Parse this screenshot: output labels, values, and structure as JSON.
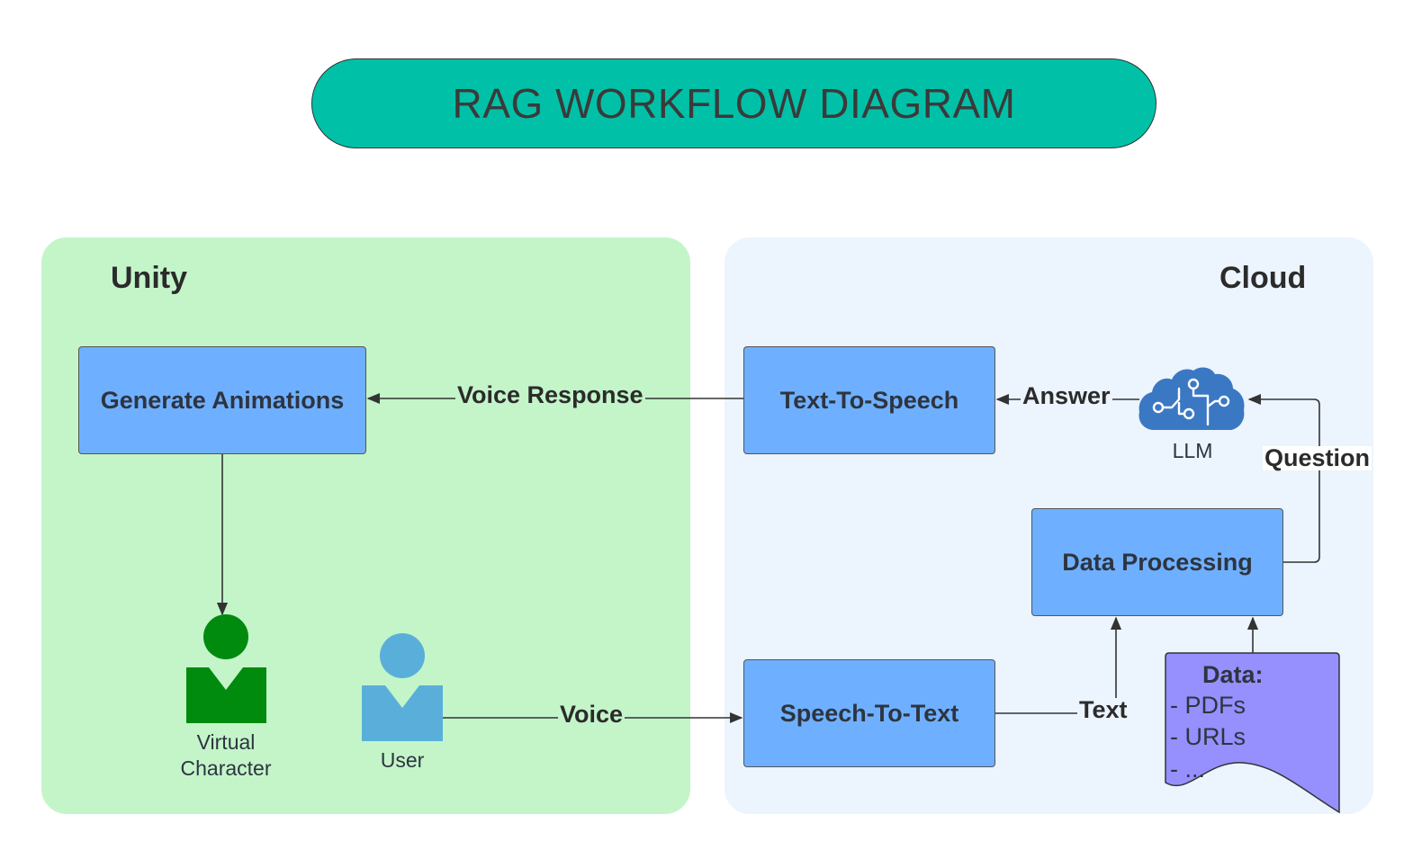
{
  "title": "RAG WORKFLOW DIAGRAM",
  "containers": {
    "unity": {
      "label": "Unity"
    },
    "cloud": {
      "label": "Cloud"
    }
  },
  "nodes": {
    "generate_animations": "Generate Animations",
    "text_to_speech": "Text-To-Speech",
    "speech_to_text": "Speech-To-Text",
    "data_processing": "Data Processing",
    "llm": "LLM",
    "virtual_character": "Virtual\nCharacter",
    "user": "User",
    "data_doc": {
      "heading": "Data:",
      "items": [
        "- PDFs",
        "- URLs",
        "- ..."
      ]
    }
  },
  "edges": {
    "voice_response": "Voice Response",
    "answer": "Answer",
    "question": "Question",
    "text": "Text",
    "voice": "Voice"
  },
  "colors": {
    "title_fill": "#00c1a8",
    "unity_fill": "#c3f5c9",
    "cloud_fill": "#ecf4fe",
    "process_fill": "#6eb0ff",
    "document_fill": "#9590fd",
    "virtual_character": "#008a0e",
    "user": "#5aafda",
    "llm_icon": "#3b78c4"
  }
}
